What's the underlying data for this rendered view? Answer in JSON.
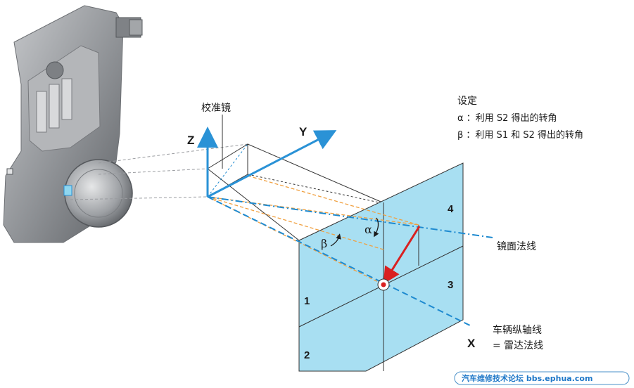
{
  "labels": {
    "mirror": "校准镜",
    "axis_z": "Z",
    "axis_y": "Y",
    "axis_x": "X",
    "mirror_normal": "镜面法线",
    "vehicle_axis_1": "车辆纵轴线",
    "vehicle_axis_2": "= 雷达法线",
    "alpha": "α",
    "beta": "β"
  },
  "legend": {
    "title": "设定",
    "alpha_line": "α ：利用 S2 得出的转角",
    "beta_line": "β ：利用 S1 和 S2 得出的转角"
  },
  "quadrants": [
    "1",
    "2",
    "3",
    "4"
  ],
  "watermark": "汽车维修技术论坛 bbs.ephua.com",
  "colors": {
    "panel": "#a8dff2",
    "axis_blue": "#2a92d6",
    "dash_blue": "#1e8ad0",
    "orange_dash": "#f0a040",
    "red_arrow": "#d92020",
    "device_gray": "#9a9ca0"
  }
}
